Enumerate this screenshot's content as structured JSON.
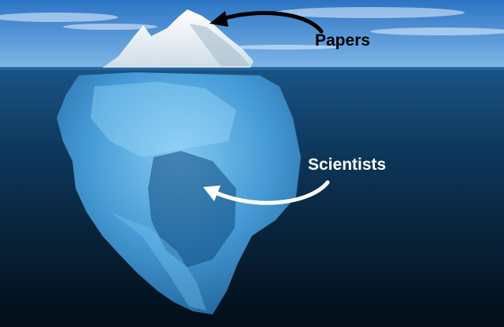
{
  "annotations": {
    "papers": {
      "text": "Papers",
      "color": "#000000",
      "points_to": "iceberg tip above water"
    },
    "scientists": {
      "text": "Scientists",
      "color": "#ffffff",
      "points_to": "submerged iceberg body"
    }
  },
  "colors": {
    "sky_top": "#2f78c6",
    "sky_bottom": "#7fb6e6",
    "water_surface": "#1a5487",
    "deep_water": "#03121f",
    "ice_above": "#f4f8fb",
    "ice_below": "#5fb6f0"
  }
}
